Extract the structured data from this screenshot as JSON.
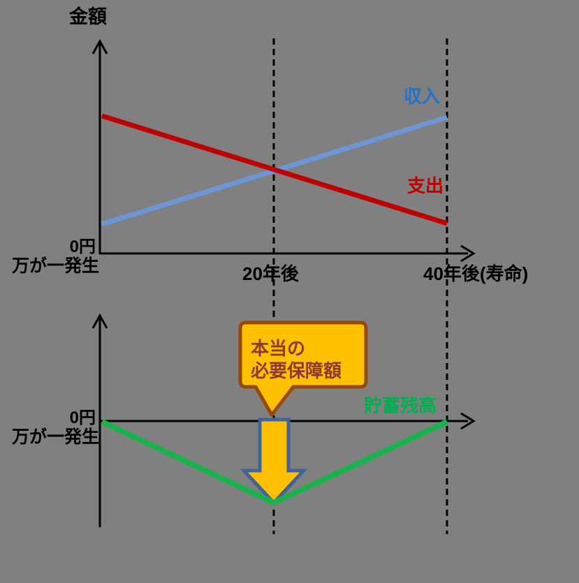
{
  "background": "#808080",
  "colors": {
    "axis": "#000000",
    "income_line": "#6C96D8",
    "income_label": "#2272C8",
    "expense": "#C00000",
    "savings_line": "#19B34E",
    "savings_label": "#00B050",
    "callout_fill": "#FFC000",
    "callout_border": "#974806",
    "callout_text": "#8C3A2E",
    "arrow_fill": "#FFC000",
    "arrow_border": "#41639B"
  },
  "top_chart": {
    "y_axis_label": "金額",
    "origin_label_line1": "0円",
    "origin_label_line2": "万が一発生",
    "tick_mid": "20年後",
    "tick_end": "40年後(寿命)",
    "income_label": "収入",
    "expense_label": "支出"
  },
  "bottom_chart": {
    "origin_label_line1": "0円",
    "origin_label_line2": "万が一発生",
    "savings_label": "貯蓄残高",
    "callout_line1": "本当の",
    "callout_line2": "必要保障額"
  },
  "chart_data": [
    {
      "type": "line",
      "panel": "top",
      "ylabel": "金額",
      "x_ticks": [
        "万が一発生 (0円)",
        "20年後",
        "40年後(寿命)"
      ],
      "series": [
        {
          "name": "収入",
          "color": "#6C96D8",
          "points": [
            [
              0,
              0.25
            ],
            [
              2,
              1.15
            ]
          ]
        },
        {
          "name": "支出",
          "color": "#C00000",
          "points": [
            [
              0,
              1.16
            ],
            [
              2,
              0.25
            ]
          ]
        }
      ]
    },
    {
      "type": "line",
      "panel": "bottom",
      "x_ticks": [
        "万が一発生 (0円)",
        "20年後",
        "40年後(寿命)"
      ],
      "series": [
        {
          "name": "貯蓄残高",
          "color": "#19B34E",
          "points": [
            [
              0,
              0
            ],
            [
              1,
              -1
            ],
            [
              2,
              0
            ]
          ]
        }
      ],
      "annotation": {
        "label": "本当の必要保障額",
        "x": 1
      }
    }
  ]
}
